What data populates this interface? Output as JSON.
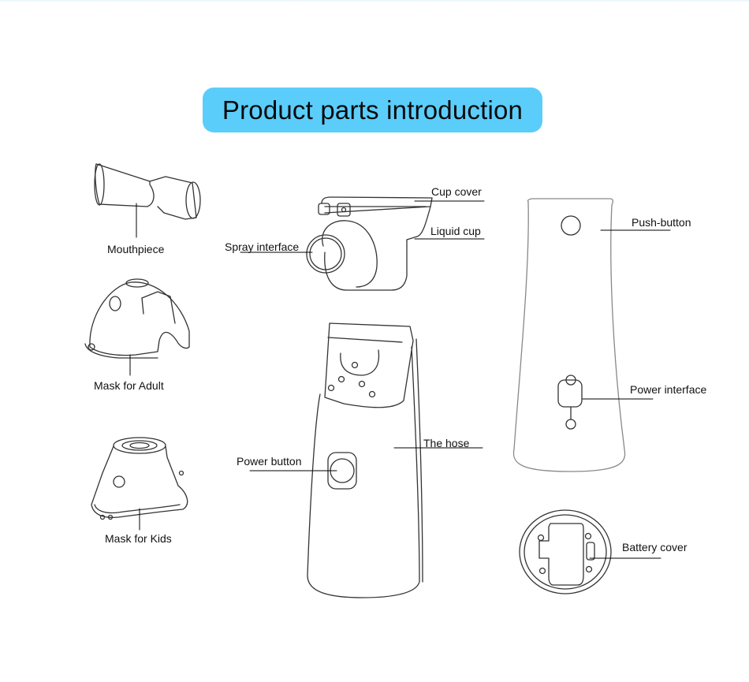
{
  "title": "Product parts introduction",
  "colors": {
    "title_background": "#5bcdfb",
    "line_art": "#333333",
    "text": "#111111"
  },
  "parts": [
    {
      "id": "mouthpiece",
      "label": "Mouthpiece"
    },
    {
      "id": "mask-adult",
      "label": "Mask for Adult"
    },
    {
      "id": "mask-kids",
      "label": "Mask for Kids"
    },
    {
      "id": "spray-interface",
      "label": "Spray interface"
    },
    {
      "id": "cup-cover",
      "label": "Cup cover"
    },
    {
      "id": "liquid-cup",
      "label": "Liquid cup"
    },
    {
      "id": "power-button",
      "label": "Power button"
    },
    {
      "id": "the-hose",
      "label": "The hose"
    },
    {
      "id": "push-button",
      "label": "Push-button"
    },
    {
      "id": "power-interface",
      "label": "Power interface"
    },
    {
      "id": "battery-cover",
      "label": "Battery cover"
    }
  ]
}
